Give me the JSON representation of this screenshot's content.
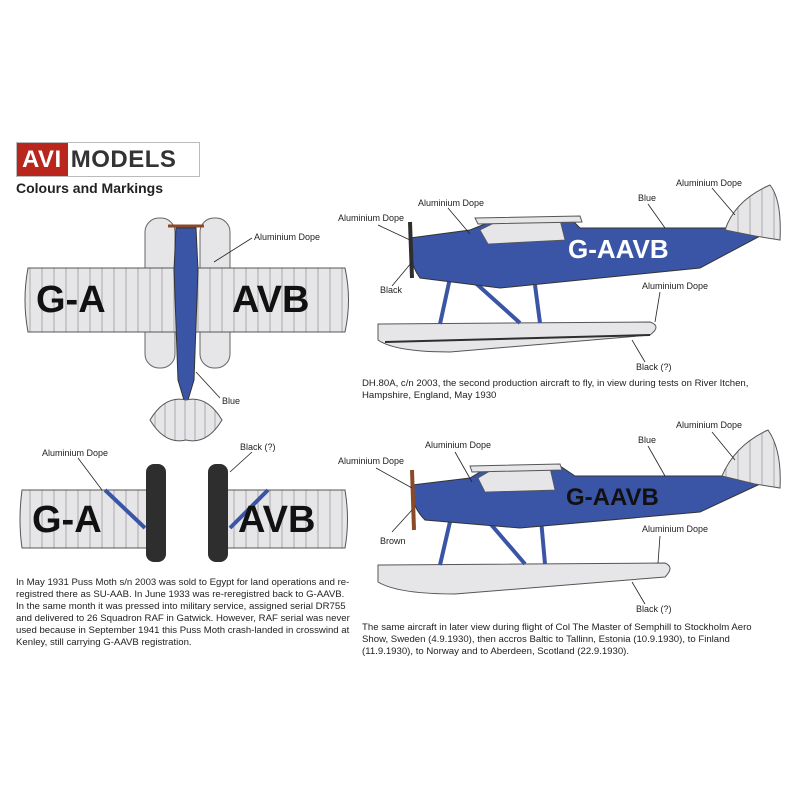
{
  "brand": {
    "logo_red": "AVI",
    "logo_rest": "MODELS",
    "red": "#b8261e"
  },
  "heading": "Colours and Markings",
  "colors": {
    "blue": "#3b55a6",
    "aluminium": "#e6e6e8",
    "black": "#2e2e2e",
    "brown": "#8a4a2a"
  },
  "registration": {
    "top_wing_left": "G-A",
    "top_wing_right": "AVB",
    "fuselage": "G-AAVB",
    "under_left": "G-A",
    "under_right": "AVB"
  },
  "labels": {
    "topview_aluminium": "Aluminium Dope",
    "topview_blue": "Blue",
    "under_aluminium": "Aluminium Dope",
    "under_black": "Black (?)",
    "side1_alu_nose": "Aluminium Dope",
    "side1_alu_cabin": "Aluminium Dope",
    "side1_blue": "Blue",
    "side1_alu_tail": "Aluminium Dope",
    "side1_black": "Black",
    "side1_alu_float": "Aluminium Dope",
    "side1_black_float": "Black (?)",
    "side2_alu_nose": "Aluminium Dope",
    "side2_alu_cabin": "Aluminium Dope",
    "side2_blue": "Blue",
    "side2_alu_tail": "Aluminium Dope",
    "side2_brown": "Brown",
    "side2_alu_float": "Aluminium Dope",
    "side2_black_float": "Black (?)"
  },
  "captions": {
    "side1": "DH.80A, c/n 2003, the second production aircraft to fly, in view during tests on River Itchen, Hampshire, England, May 1930",
    "history": "In May 1931 Puss Moth s/n 2003 was sold to Egypt for land operations and re-registred there as SU-AAB. In June 1933 was re-reregistred back to G-AAVB. In the same month it was pressed into military service, assigned serial DR755 and delivered to 26 Squadron RAF in Gatwick. However, RAF serial was never used because in September 1941 this Puss Moth crash-landed in crosswind at Kenley, still carrying G-AAVB registration.",
    "side2": "The same aircraft in later view during flight of Col The Master of Semphill to Stockholm Aero Show, Sweden (4.9.1930), then accros Baltic to Tallinn, Estonia (10.9.1930), to Finland (11.9.1930), to Norway and to Aberdeen, Scotland (22.9.1930)."
  }
}
